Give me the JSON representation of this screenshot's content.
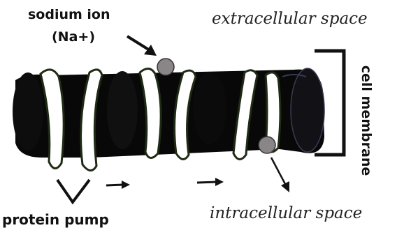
{
  "labels": {
    "sodium_line1": "sodium ion",
    "sodium_line2": "(Na+)",
    "extracellular": "extracellular space",
    "intracellular": "intracellular space",
    "cell_membrane": "cell membrane",
    "protein_pump": "protein pump"
  },
  "colors": {
    "membrane": "#080808",
    "protein": "#ffffff",
    "protein_outline": "#1f2b14",
    "ion": "#8a8687",
    "ink": "#111111"
  }
}
